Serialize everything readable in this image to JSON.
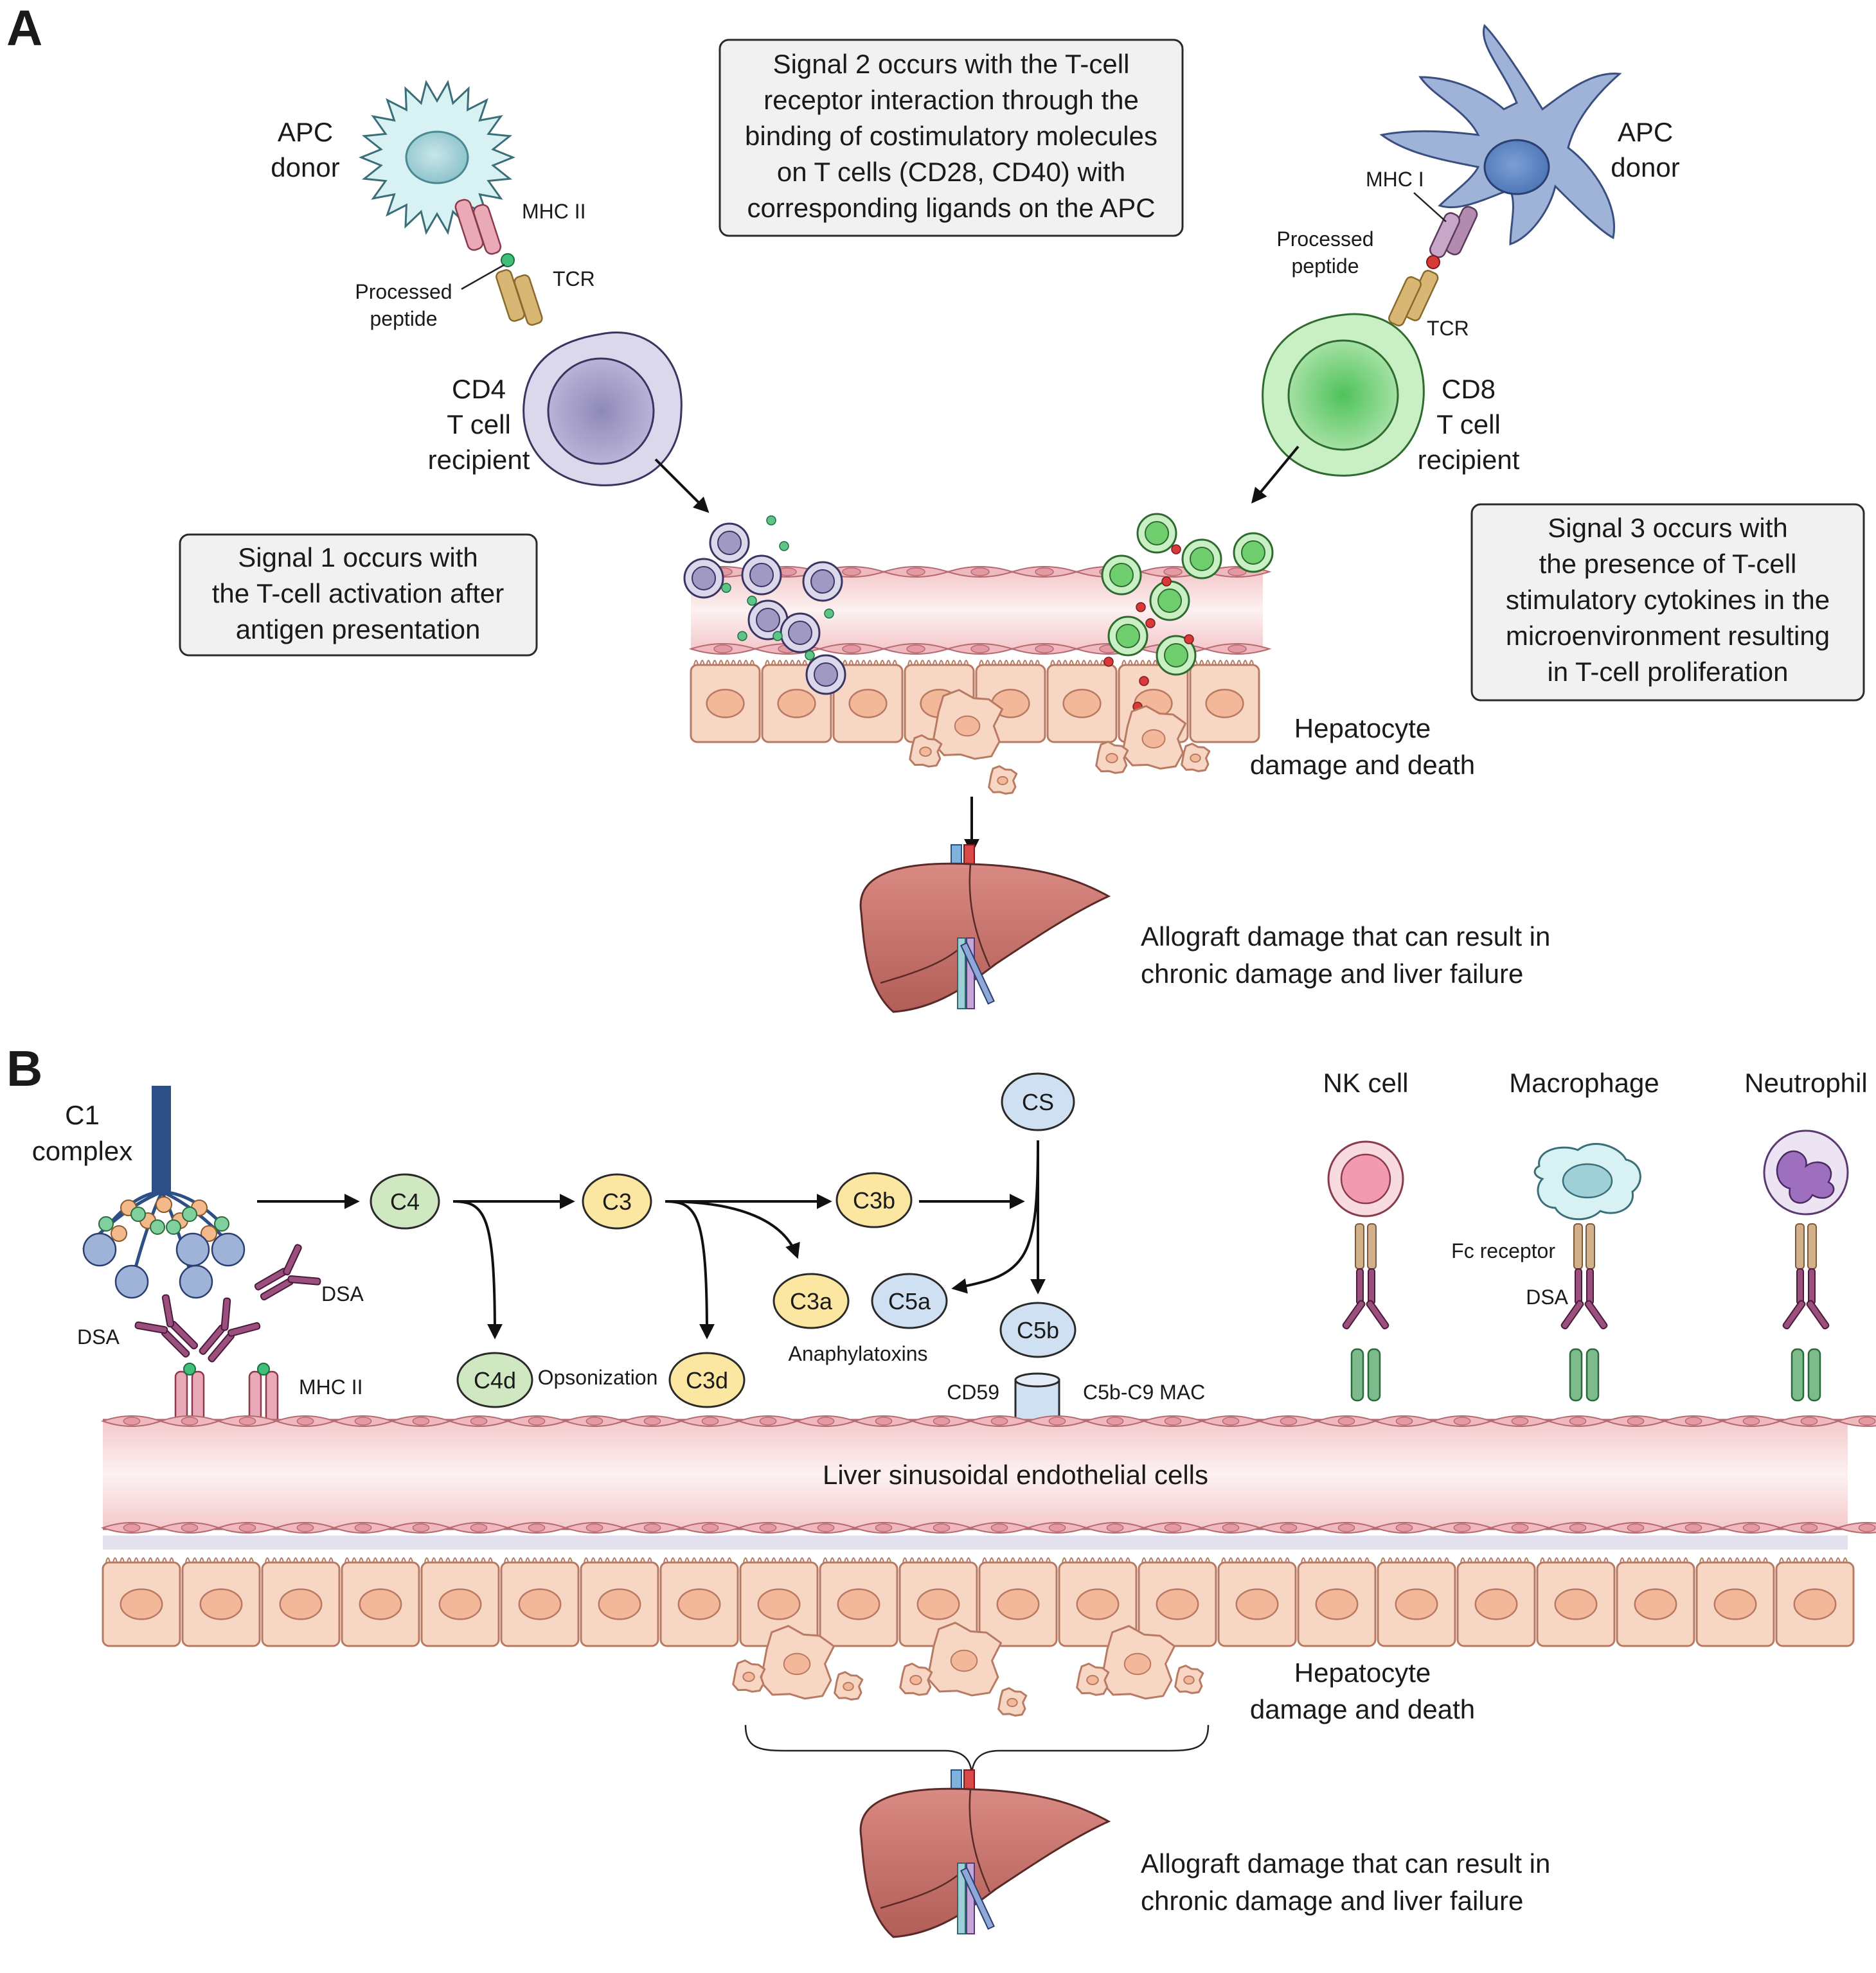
{
  "panel_a": {
    "letter": "A",
    "apc_left_label": [
      "APC",
      "donor"
    ],
    "mhc2_label": "MHC II",
    "processed_peptide_left": [
      "Processed",
      "peptide"
    ],
    "tcr_left_label": "TCR",
    "cd4_label": [
      "CD4",
      "T cell",
      "recipient"
    ],
    "signal2_box": [
      "Signal 2 occurs with the T-cell",
      "receptor interaction through the",
      "binding of costimulatory molecules",
      "on T cells (CD28, CD40) with",
      "corresponding ligands on the APC"
    ],
    "apc_right_label": [
      "APC",
      "donor"
    ],
    "mhc1_label": "MHC I",
    "processed_peptide_right": [
      "Processed",
      "peptide"
    ],
    "tcr_right_label": "TCR",
    "cd8_label": [
      "CD8",
      "T cell",
      "recipient"
    ],
    "signal1_box": [
      "Signal 1 occurs with",
      "the T-cell activation after",
      "antigen presentation"
    ],
    "signal3_box": [
      "Signal 3 occurs with",
      "the presence of T-cell",
      "stimulatory cytokines in the",
      "microenvironment resulting",
      "in T-cell proliferation"
    ],
    "hepatocyte_label": [
      "Hepatocyte",
      "damage and death"
    ],
    "allograft_label": [
      "Allograft damage that can result in",
      "chronic damage and liver failure"
    ]
  },
  "panel_b": {
    "letter": "B",
    "c1_label": [
      "C1",
      "complex"
    ],
    "dsa_left_upper": "DSA",
    "dsa_left_lower": "DSA",
    "mhc2_label": "MHC II",
    "nodes": {
      "c4": "C4",
      "c3": "C3",
      "c3b": "C3b",
      "cs": "CS",
      "c4d": "C4d",
      "c3d": "C3d",
      "c3a": "C3a",
      "c5a": "C5a",
      "c5b": "C5b"
    },
    "opsonization_label": "Opsonization",
    "anaphylatoxins_label": "Anaphylatoxins",
    "cd59_label": "CD59",
    "mac_label": "C5b-C9 MAC",
    "nk_label": "NK cell",
    "macrophage_label": "Macrophage",
    "neutrophil_label": "Neutrophil",
    "fc_receptor_label": "Fc receptor",
    "dsa_right_label": "DSA",
    "endothelial_label": "Liver sinusoidal endothelial cells",
    "hepatocyte_label": [
      "Hepatocyte",
      "damage and death"
    ],
    "allograft_label": [
      "Allograft damage that can result in",
      "chronic damage and liver failure"
    ]
  },
  "colors": {
    "apc_left_fill": "#d8f2f4",
    "apc_right_fill": "#9fb3d9",
    "cd4_fill": "#c7c3de",
    "cd8_fill": "#aee3ab",
    "hepatocyte_fill": "#f7d6c4",
    "endothelium_fill": "#f6d3d5",
    "liver_fill": "#c7706a",
    "c4_fill": "#cfe8c1",
    "c3_fill": "#fbe6a2",
    "cs_fill": "#cfe0f2",
    "mhc_fill": "#e9a9b6",
    "tcr_fill": "#d8b774",
    "dsa_fill": "#9a4f7c",
    "target_fill": "#7dbb8c"
  }
}
